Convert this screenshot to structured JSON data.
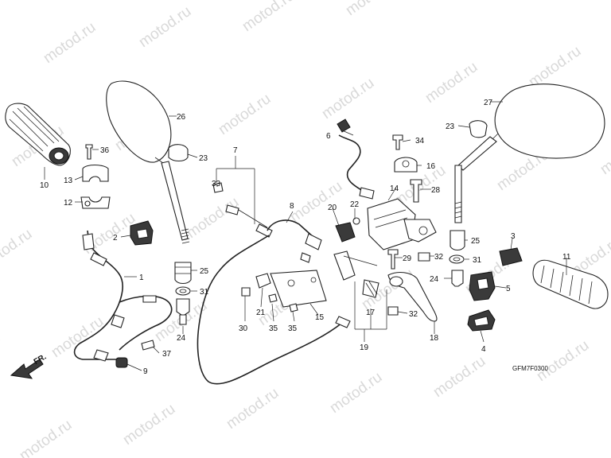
{
  "watermark": "motod.ru",
  "diagram_code": "GFM7F0300",
  "direction_label": "FR.",
  "callouts": {
    "c1": "1",
    "c2": "2",
    "c3": "3",
    "c4": "4",
    "c5": "5",
    "c6": "6",
    "c7": "7",
    "c8": "8",
    "c9": "9",
    "c10": "10",
    "c11": "11",
    "c12": "12",
    "c13": "13",
    "c14": "14",
    "c15": "15",
    "c16": "16",
    "c17": "17",
    "c18": "18",
    "c19": "19",
    "c20": "20",
    "c21": "21",
    "c22": "22",
    "c23a": "23",
    "c23b": "23",
    "c24a": "24",
    "c24b": "24",
    "c25a": "25",
    "c25b": "25",
    "c26": "26",
    "c27": "27",
    "c28": "28",
    "c29": "29",
    "c30": "30",
    "c31a": "31",
    "c31b": "31",
    "c32a": "32",
    "c32b": "32",
    "c33": "33",
    "c34": "34",
    "c35a": "35",
    "c35b": "35",
    "c36": "36",
    "c37": "37"
  }
}
